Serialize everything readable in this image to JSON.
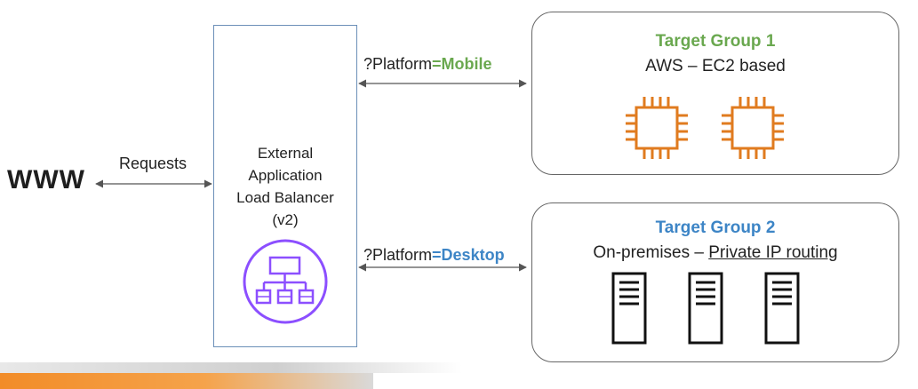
{
  "client": {
    "label": "WWW"
  },
  "requests_label": "Requests",
  "load_balancer": {
    "lines": [
      "External",
      "Application",
      "Load Balancer",
      "(v2)"
    ]
  },
  "routes": {
    "mobile": {
      "prefix": "?Platform",
      "value": "=Mobile"
    },
    "desktop": {
      "prefix": "?Platform",
      "value": "=Desktop"
    }
  },
  "target_group_1": {
    "title": "Target Group 1",
    "subtitle": "AWS – EC2 based"
  },
  "target_group_2": {
    "title": "Target Group 2",
    "subtitle_prefix": "On-premises – ",
    "subtitle_link": "Private IP routing"
  },
  "colors": {
    "green": "#6aa84f",
    "blue": "#3d85c6",
    "orange": "#e07b1f",
    "purple": "#8c4fff",
    "box_border": "#6b8fb8"
  },
  "icons": {
    "load_balancer": "alb-icon",
    "ec2": "ec2-instance-icon",
    "server": "server-icon"
  }
}
